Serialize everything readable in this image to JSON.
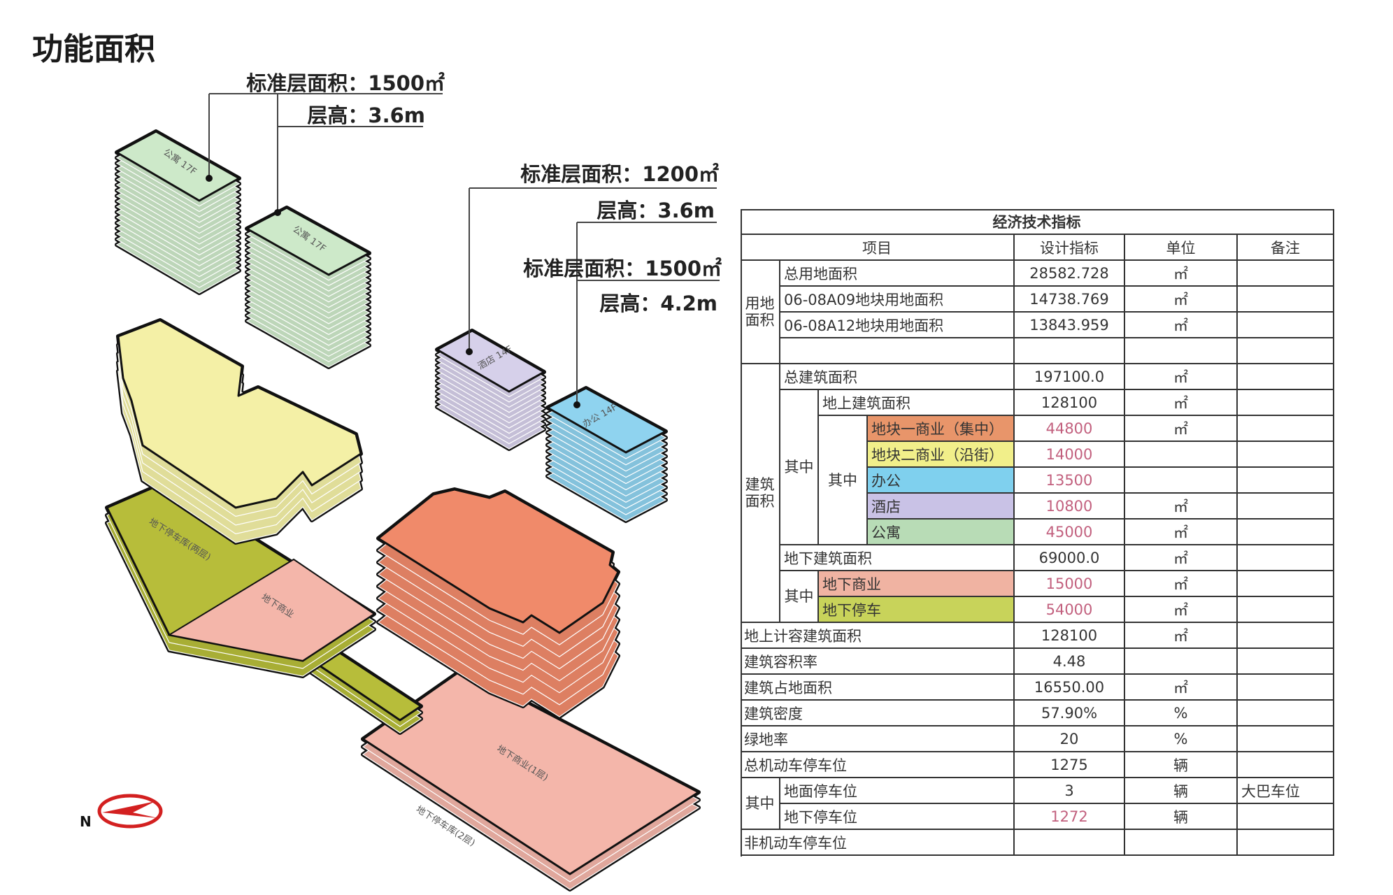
{
  "page_title": "功能面积",
  "annotations": [
    {
      "area": "标准层面积：1500㎡",
      "height": "层高：3.6m"
    },
    {
      "area": "标准层面积：1200㎡",
      "height": "层高：3.6m"
    },
    {
      "area": "标准层面积：1500㎡",
      "height": "层高：4.2m"
    }
  ],
  "block_labels": {
    "apartment_1": "公寓 17F",
    "apartment_2": "公寓 17F",
    "hotel": "酒店 14F",
    "office": "办公 14F",
    "parking_top": "地下停车库(两层)",
    "underground_commercial_top": "地下商业",
    "underground_commercial_bottom": "地下商业(1层)",
    "parking_bottom": "地下停车库(2层)"
  },
  "compass": {
    "north_label": "N"
  },
  "colors": {
    "apartment": "#cde9c9",
    "hotel": "#d6d0ea",
    "office": "#8fd3ef",
    "commercial_podium": "#f4f0a6",
    "commercial_block": "#f08a6a",
    "underground_commercial": "#f4b6aa",
    "underground_parking": "#b7bd3a",
    "value_highlight": "#c2607e"
  },
  "table": {
    "title": "经济技术指标",
    "headers": [
      "项目",
      "设计指标",
      "单位",
      "备注"
    ],
    "groups": [
      "用地面积",
      "建筑面积",
      "其中",
      "其中",
      "其中",
      "其中"
    ],
    "rows": [
      {
        "item": "总用地面积",
        "value": "28582.728",
        "unit": "㎡",
        "note": ""
      },
      {
        "item": "06-08A09地块用地面积",
        "value": "14738.769",
        "unit": "㎡",
        "note": ""
      },
      {
        "item": "06-08A12地块用地面积",
        "value": "13843.959",
        "unit": "㎡",
        "note": ""
      },
      {
        "item": "",
        "value": "",
        "unit": "",
        "note": ""
      },
      {
        "item": "总建筑面积",
        "value": "197100.0",
        "unit": "㎡",
        "note": ""
      },
      {
        "item": "地上建筑面积",
        "value": "128100",
        "unit": "㎡",
        "note": ""
      },
      {
        "item": "地块一商业（集中）",
        "value": "44800",
        "unit": "㎡",
        "note": "",
        "bg": "#e8956a",
        "highlight": true
      },
      {
        "item": "地块二商业（沿街）",
        "value": "14000",
        "unit": "",
        "note": "",
        "bg": "#f1ef8a",
        "highlight": true
      },
      {
        "item": "办公",
        "value": "13500",
        "unit": "",
        "note": "",
        "bg": "#7fd0ee",
        "highlight": true
      },
      {
        "item": "酒店",
        "value": "10800",
        "unit": "㎡",
        "note": "",
        "bg": "#c9c2e6",
        "highlight": true
      },
      {
        "item": "公寓",
        "value": "45000",
        "unit": "㎡",
        "note": "",
        "bg": "#b8dcb6",
        "highlight": true
      },
      {
        "item": "地下建筑面积",
        "value": "69000.0",
        "unit": "㎡",
        "note": ""
      },
      {
        "item": "地下商业",
        "value": "15000",
        "unit": "㎡",
        "note": "",
        "bg": "#f0b3a2",
        "highlight": true
      },
      {
        "item": "地下停车",
        "value": "54000",
        "unit": "㎡",
        "note": "",
        "bg": "#c8d35a",
        "highlight": true
      },
      {
        "item": "地上计容建筑面积",
        "value": "128100",
        "unit": "㎡",
        "note": ""
      },
      {
        "item": "建筑容积率",
        "value": "4.48",
        "unit": "",
        "note": ""
      },
      {
        "item": "建筑占地面积",
        "value": "16550.00",
        "unit": "㎡",
        "note": ""
      },
      {
        "item": "建筑密度",
        "value": "57.90%",
        "unit": "%",
        "note": ""
      },
      {
        "item": "绿地率",
        "value": "20",
        "unit": "%",
        "note": ""
      },
      {
        "item": "总机动车停车位",
        "value": "1275",
        "unit": "辆",
        "note": ""
      },
      {
        "item": "地面停车位",
        "value": "3",
        "unit": "辆",
        "note": "大巴车位"
      },
      {
        "item": "地下停车位",
        "value": "1272",
        "unit": "辆",
        "note": "",
        "highlight": true
      },
      {
        "item": "非机动车停车位",
        "value": "",
        "unit": "",
        "note": ""
      }
    ]
  }
}
